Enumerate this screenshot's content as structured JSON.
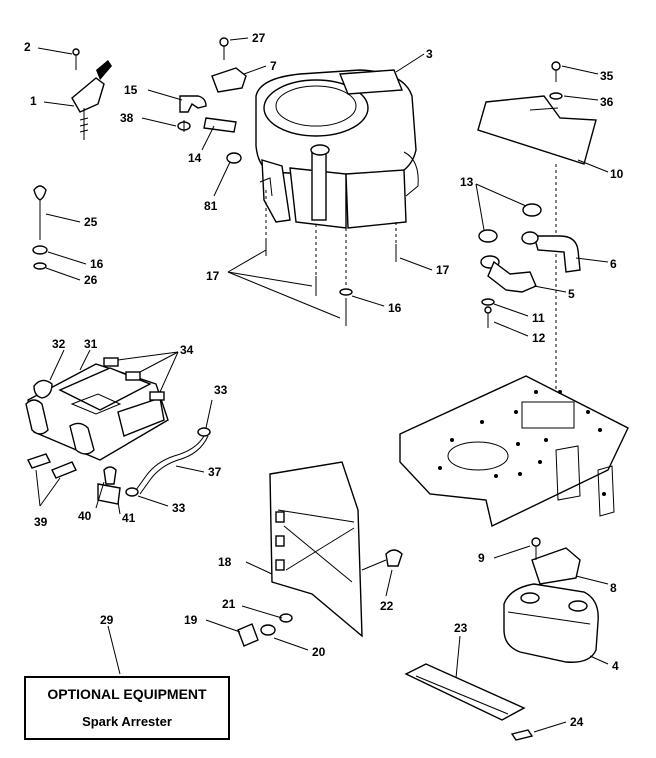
{
  "optional_box": {
    "title": "OPTIONAL EQUIPMENT",
    "subtitle": "Spark Arrester"
  },
  "callouts": {
    "c1": "1",
    "c2": "2",
    "c3": "3",
    "c4": "4",
    "c5": "5",
    "c6": "6",
    "c7": "7",
    "c8": "8",
    "c9": "9",
    "c10": "10",
    "c11": "11",
    "c12": "12",
    "c13": "13",
    "c14": "14",
    "c15": "15",
    "c16a": "16",
    "c16b": "16",
    "c17a": "17",
    "c17b": "17",
    "c18": "18",
    "c19": "19",
    "c20": "20",
    "c21": "21",
    "c22": "22",
    "c23": "23",
    "c24": "24",
    "c25": "25",
    "c26": "26",
    "c27": "27",
    "c29": "29",
    "c31": "31",
    "c32": "32",
    "c33a": "33",
    "c33b": "33",
    "c34": "34",
    "c35": "35",
    "c36": "36",
    "c37": "37",
    "c38": "38",
    "c39": "39",
    "c40": "40",
    "c41": "41",
    "c81": "81"
  }
}
